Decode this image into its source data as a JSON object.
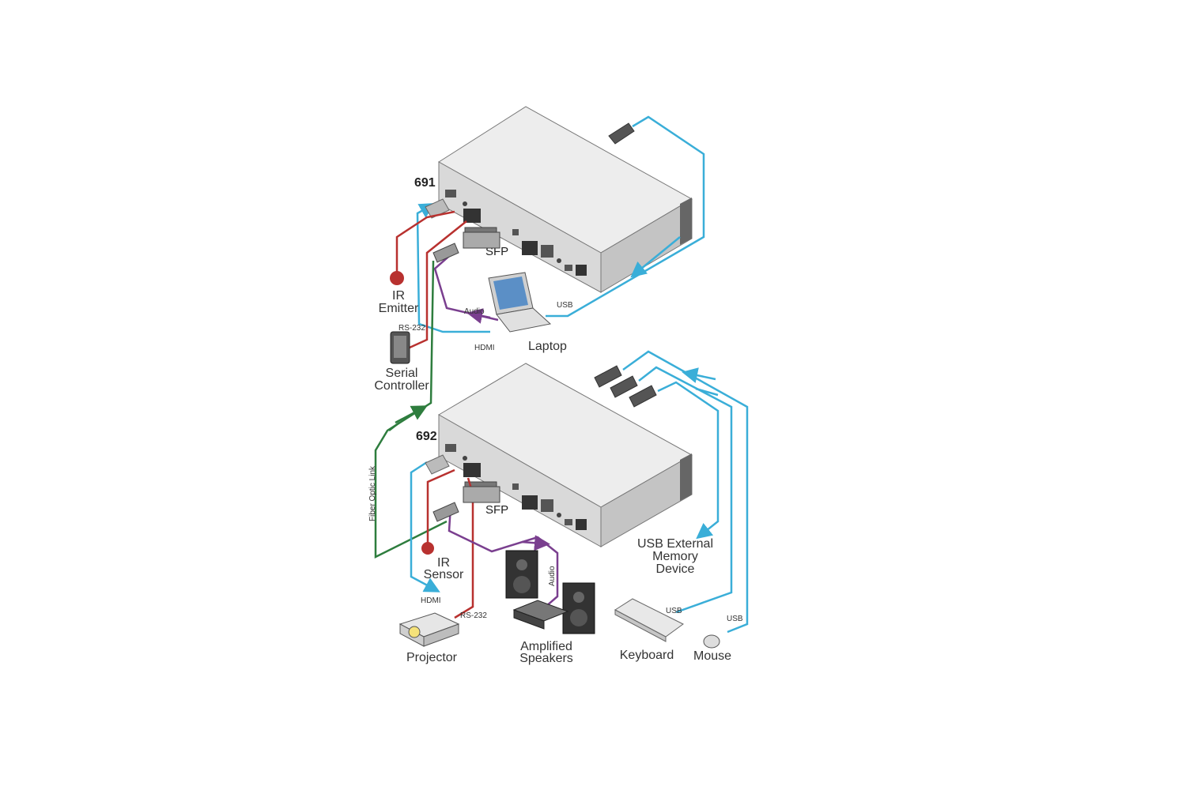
{
  "units": {
    "tx": {
      "model": "691",
      "sfp": "SFP"
    },
    "rx": {
      "model": "692",
      "sfp": "SFP"
    }
  },
  "devices": {
    "ir_emitter": [
      "IR",
      "Emitter"
    ],
    "serial_controller": [
      "Serial",
      "Controller"
    ],
    "laptop": "Laptop",
    "ir_sensor": [
      "IR",
      "Sensor"
    ],
    "projector": "Projector",
    "amplified_speakers": [
      "Amplified",
      "Speakers"
    ],
    "usb_memory": [
      "USB External",
      "Memory",
      "Device"
    ],
    "keyboard": "Keyboard",
    "mouse": "Mouse"
  },
  "cables": {
    "rs232_top": "RS-232",
    "audio_top": "Audio",
    "hdmi_top": "HDMI",
    "usb_top": "USB",
    "fiber": "Fiber Optic Link",
    "audio_bottom": "Audio",
    "hdmi_bottom": "HDMI",
    "rs232_bottom": "RS-232",
    "usb_keyboard": "USB",
    "usb_mouse": "USB"
  },
  "colors": {
    "usb_hdmi": "#3aaed8",
    "ir_rs232": "#b8312f",
    "audio": "#7a3f8f",
    "fiber": "#2e7d3e",
    "chassis": "#e6e6e6"
  }
}
